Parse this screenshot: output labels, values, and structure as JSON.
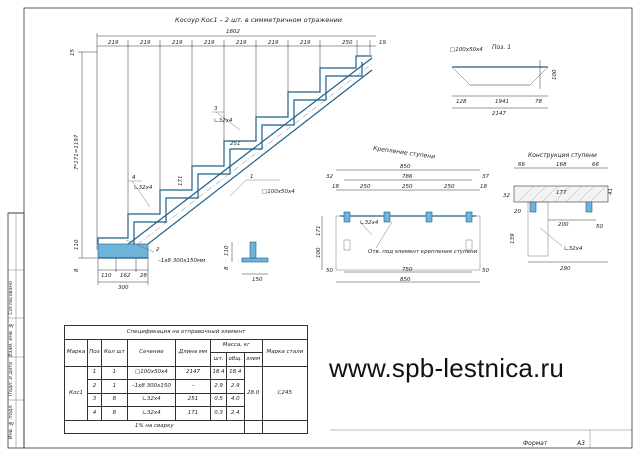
{
  "drawing": {
    "stringer_title": "Косоур Кос1 – 2 шт. в симметричном отражении",
    "total_width": "1802",
    "top_steps": [
      "219",
      "219",
      "219",
      "219",
      "219",
      "219",
      "219",
      "250",
      "19"
    ],
    "height_total": "7*171=1197",
    "heights": [
      "15",
      "110",
      "8"
    ],
    "bottom_dims": [
      "110",
      "162",
      "28",
      "300"
    ],
    "pos_labels": [
      "1",
      "2",
      "3",
      "4"
    ],
    "pos1_profile": "□100х50х4",
    "pos2_text": "–1х8 300х150мм",
    "pos3_text": "∟32х4",
    "pos4_text": "∟32х4",
    "riser_dims": [
      "171",
      "251"
    ],
    "small_view_dims": [
      "110",
      "150",
      "8"
    ],
    "pos1_title": "Поз. 1",
    "pos1_label": "□100х50х4",
    "pos1_dims": [
      "128",
      "1941",
      "78",
      "2147",
      "100"
    ],
    "fastening_title": "Крепление ступени",
    "fastening_dims": [
      "850",
      "786",
      "32",
      "37",
      "18",
      "250",
      "250",
      "250",
      "18",
      "171",
      "100",
      "750",
      "850",
      "50",
      "50"
    ],
    "fastening_angle": "∟32х4",
    "fastening_note": "Отв. под элемент крепления ступени",
    "construction_title": "Конструкция ступени",
    "construction_dims": [
      "66",
      "168",
      "66",
      "32",
      "41",
      "20",
      "200",
      "50",
      "139",
      "290"
    ],
    "construction_angle": "∟32х4"
  },
  "spec": {
    "title": "Спецификация на отправочный элемент",
    "headers": {
      "marka": "Марка",
      "poz": "Поз",
      "kol": "Кол шт",
      "section": "Сечение",
      "length": "Длина мм",
      "mass": "Масса, кг",
      "mass_sht": "шт.",
      "mass_obsh": "общ.",
      "mass_elem": "элем",
      "steel": "Марка стали"
    },
    "marka": "Кос1",
    "rows": [
      {
        "poz": "1",
        "kol": "1",
        "section": "□100х50х4",
        "length": "2147",
        "sht": "18.4",
        "obsh": "18.4"
      },
      {
        "poz": "2",
        "kol": "1",
        "section": "–1х8 300х150",
        "length": "–",
        "sht": "2.9",
        "obsh": "2.9"
      },
      {
        "poz": "3",
        "kol": "8",
        "section": "∟32х4",
        "length": "251",
        "sht": "0.5",
        "obsh": "4.0"
      },
      {
        "poz": "4",
        "kol": "8",
        "section": "∟32х4",
        "length": "171",
        "sht": "0.3",
        "obsh": "2.4"
      }
    ],
    "elem_mass": "28.0",
    "steel": "С245",
    "welding": "1% на сварку"
  },
  "side_stamp": [
    "Согласовано",
    "Взам. инв. №",
    "Подп. и дата",
    "Инв. № подл."
  ],
  "format_label": "Формат",
  "format_value": "А3",
  "url": "www.spb-lestnica.ru"
}
